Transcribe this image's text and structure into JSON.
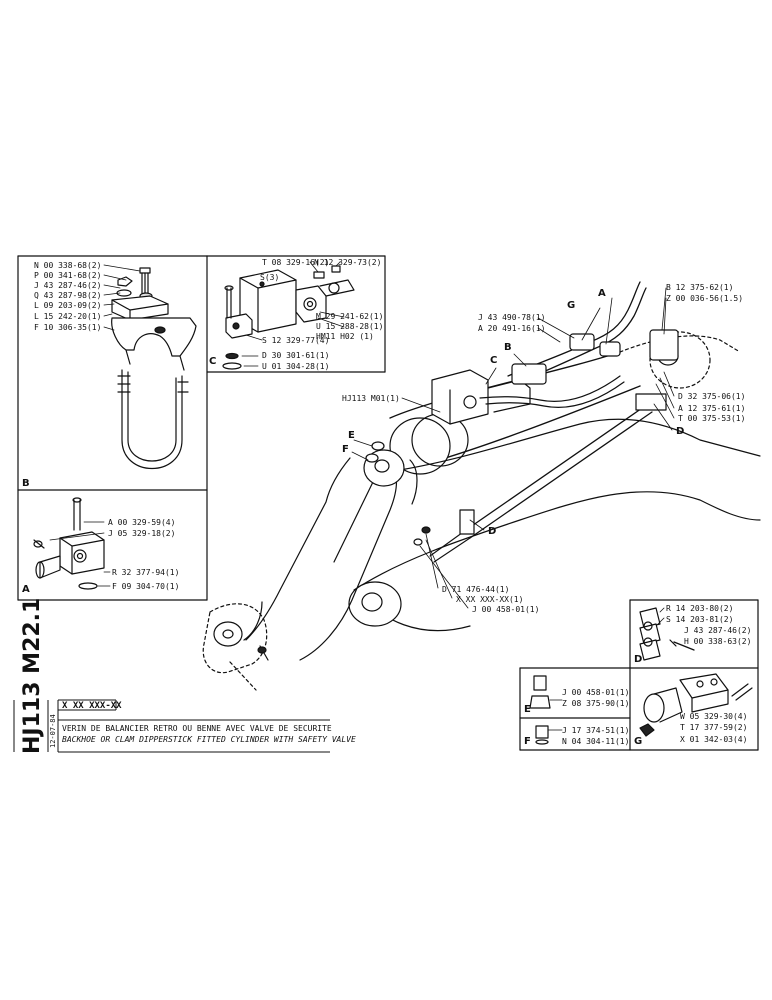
{
  "title_block": {
    "code": "HJ113 M22.1",
    "date": "12-07-84",
    "xx_code": "X XX XXX-XX",
    "title_fr": "VERIN DE BALANCIER RETRO OU BENNE AVEC VALVE DE SECURITE",
    "title_en": "BACKHOE OR CLAM  DIPPERSTICK FITTED CYLINDER WITH SAFETY VALVE"
  },
  "box_B": {
    "letter": "B",
    "parts": [
      "N 00 338-68(2)",
      "P 00 341-68(2)",
      "J 43 287-46(2)",
      "Q 43 287-98(2)",
      "L 09 203-09(2)",
      "L 15 242-20(1)",
      "F 10 306-35(1)"
    ]
  },
  "box_C": {
    "letter": "C",
    "parts_top": [
      "T 08 329-16(2)",
      "N 12 329-73(2)"
    ],
    "parts_right": [
      "M 29 241-62(1)",
      "U 15 288-28(1)",
      "HM11 H02 (1)"
    ],
    "parts_bottom": [
      "S 12 329-77(4)",
      "D 30 301-61(1)",
      "U 01 304-28(1)"
    ]
  },
  "box_A": {
    "letter": "A",
    "parts": [
      "A 00 329-59(4)",
      "J 05 329-18(2)",
      "R 32 377-94(1)",
      "F 09 304-70(1)"
    ]
  },
  "main": {
    "left_labels": [
      "J 43 490-78(1)",
      "A 20 491-16(1)"
    ],
    "cylinder_label": "HJ113 M01(1)",
    "right_labels": [
      "B 12 375-62(1)",
      "Z 00 036-56(1.5)",
      "D 32 375-06(1)",
      "A 12 375-61(1)",
      "T 00 375-53(1)"
    ],
    "bottom_labels": [
      "D 71 476-44(1)",
      "X XX XXX-XX(1)",
      "J 00 458-01(1)"
    ],
    "letters": [
      "A",
      "G",
      "B",
      "C",
      "E",
      "F",
      "D",
      "D"
    ]
  },
  "box_D": {
    "letter": "D",
    "parts": [
      "R 14 203-80(2)",
      "S 14 203-81(2)",
      "J 43 287-46(2)",
      "H 00 338-63(2)"
    ]
  },
  "box_E": {
    "letter": "E",
    "parts": [
      "J 00 458-01(1)",
      "Z 08 375-90(1)"
    ]
  },
  "box_F": {
    "letter": "F",
    "parts": [
      "J 17 374-51(1)",
      "N 04 304-11(1)"
    ]
  },
  "box_G": {
    "letter": "G",
    "parts": [
      "W 05 329-30(4)",
      "T 17 377-59(2)",
      "X 01 342-03(4)"
    ]
  }
}
